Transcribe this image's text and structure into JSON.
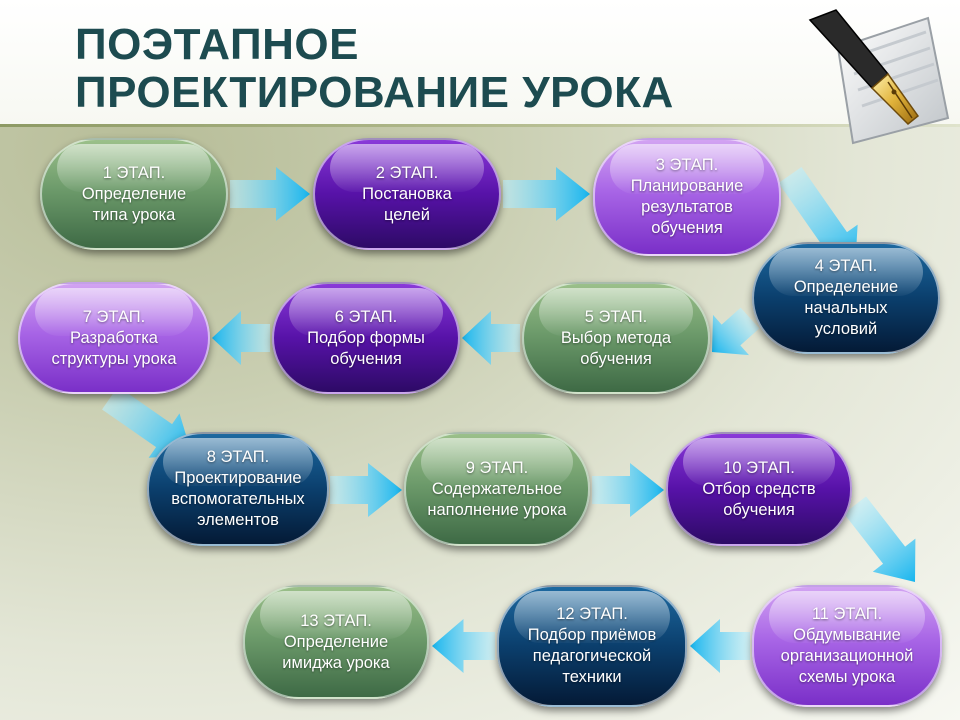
{
  "title": {
    "line1": "ПОЭТАПНОЕ",
    "line2": "ПРОЕКТИРОВАНИЕ УРОКА"
  },
  "logo_icon": "fountain-pen-icon",
  "colors": {
    "title": "#1d4b50",
    "arrow": "#1fb8ee",
    "green": "#6d9b6b",
    "purple": "#5712a8",
    "violet": "#a865e6",
    "navy": "#0b3f6d"
  },
  "stages": [
    {
      "label": "1 ЭТАП.\nОпределение\nтипа урока"
    },
    {
      "label": "2 ЭТАП.\nПостановка\nцелей"
    },
    {
      "label": "3 ЭТАП.\nПланирование\nрезультатов\nобучения"
    },
    {
      "label": "4 ЭТАП.\nОпределение\nначальных\nусловий"
    },
    {
      "label": "5 ЭТАП.\nВыбор метода\nобучения"
    },
    {
      "label": "6 ЭТАП.\nПодбор формы\nобучения"
    },
    {
      "label": "7 ЭТАП.\nРазработка\nструктуры урока"
    },
    {
      "label": "8 ЭТАП.\nПроектирование\nвспомогательных\nэлементов"
    },
    {
      "label": "9 ЭТАП.\nСодержательное\nнаполнение урока"
    },
    {
      "label": "10 ЭТАП.\nОтбор средств\nобучения"
    },
    {
      "label": "11 ЭТАП.\nОбдумывание\nорганизационной\nсхемы урока"
    },
    {
      "label": "12 ЭТАП.\nПодбор приёмов\nпедагогической\nтехники"
    },
    {
      "label": "13 ЭТАП.\nОпределение\nимиджа урока"
    }
  ]
}
